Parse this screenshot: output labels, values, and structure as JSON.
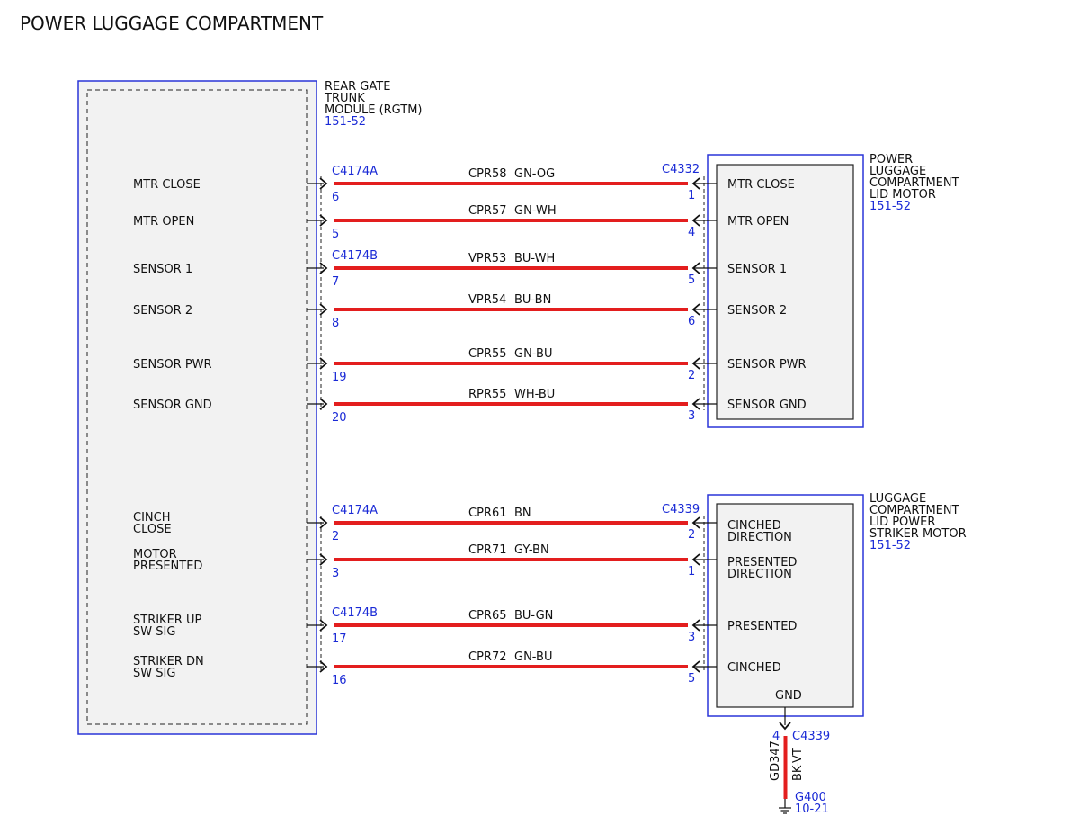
{
  "title": "POWER LUGGAGE COMPARTMENT",
  "colors": {
    "wire": "#e31e1e",
    "module_outline": "#2a35d8",
    "module_fill": "#f2f2f2",
    "ref_text": "#1a2ad6"
  },
  "rgtm": {
    "name_lines": [
      "REAR GATE",
      "TRUNK",
      "MODULE (RGTM)"
    ],
    "ref": "151-52"
  },
  "lid_motor": {
    "name_lines": [
      "POWER",
      "LUGGAGE",
      "COMPARTMENT",
      "LID MOTOR"
    ],
    "ref": "151-52",
    "connector": "C4332"
  },
  "striker_motor": {
    "name_lines": [
      "LUGGAGE",
      "COMPARTMENT",
      "LID POWER",
      "STRIKER MOTOR"
    ],
    "ref": "151-52",
    "connector": "C4339",
    "gnd_label": "GND"
  },
  "wires_upper": [
    {
      "left_label": [
        "MTR CLOSE"
      ],
      "left_conn": "C4174A",
      "left_pin": "6",
      "circuit": "CPR58",
      "color_code": "GN-OG",
      "right_pin": "1",
      "right_label": [
        "MTR CLOSE"
      ]
    },
    {
      "left_label": [
        "MTR OPEN"
      ],
      "left_conn": "",
      "left_pin": "5",
      "circuit": "CPR57",
      "color_code": "GN-WH",
      "right_pin": "4",
      "right_label": [
        "MTR OPEN"
      ]
    },
    {
      "left_label": [
        "SENSOR 1"
      ],
      "left_conn": "C4174B",
      "left_pin": "7",
      "circuit": "VPR53",
      "color_code": "BU-WH",
      "right_pin": "5",
      "right_label": [
        "SENSOR 1"
      ]
    },
    {
      "left_label": [
        "SENSOR 2"
      ],
      "left_conn": "",
      "left_pin": "8",
      "circuit": "VPR54",
      "color_code": "BU-BN",
      "right_pin": "6",
      "right_label": [
        "SENSOR 2"
      ]
    },
    {
      "left_label": [
        "SENSOR PWR"
      ],
      "left_conn": "",
      "left_pin": "19",
      "circuit": "CPR55",
      "color_code": "GN-BU",
      "right_pin": "2",
      "right_label": [
        "SENSOR PWR"
      ]
    },
    {
      "left_label": [
        "SENSOR GND"
      ],
      "left_conn": "",
      "left_pin": "20",
      "circuit": "RPR55",
      "color_code": "WH-BU",
      "right_pin": "3",
      "right_label": [
        "SENSOR GND"
      ]
    }
  ],
  "wires_lower": [
    {
      "left_label": [
        "CINCH",
        "CLOSE"
      ],
      "left_conn": "C4174A",
      "left_pin": "2",
      "circuit": "CPR61",
      "color_code": "BN",
      "right_pin": "2",
      "right_label": [
        "CINCHED",
        "DIRECTION"
      ]
    },
    {
      "left_label": [
        "MOTOR",
        "PRESENTED"
      ],
      "left_conn": "",
      "left_pin": "3",
      "circuit": "CPR71",
      "color_code": "GY-BN",
      "right_pin": "1",
      "right_label": [
        "PRESENTED",
        "DIRECTION"
      ]
    },
    {
      "left_label": [
        "STRIKER UP",
        "SW SIG"
      ],
      "left_conn": "C4174B",
      "left_pin": "17",
      "circuit": "CPR65",
      "color_code": "BU-GN",
      "right_pin": "3",
      "right_label": [
        "PRESENTED"
      ]
    },
    {
      "left_label": [
        "STRIKER DN",
        "SW SIG"
      ],
      "left_conn": "",
      "left_pin": "16",
      "circuit": "CPR72",
      "color_code": "GN-BU",
      "right_pin": "5",
      "right_label": [
        "CINCHED"
      ]
    }
  ],
  "ground": {
    "pin": "4",
    "connector": "C4339",
    "circuit": "GD347",
    "color_code": "BK-VT",
    "ground_id": "G400",
    "ground_ref": "10-21"
  }
}
